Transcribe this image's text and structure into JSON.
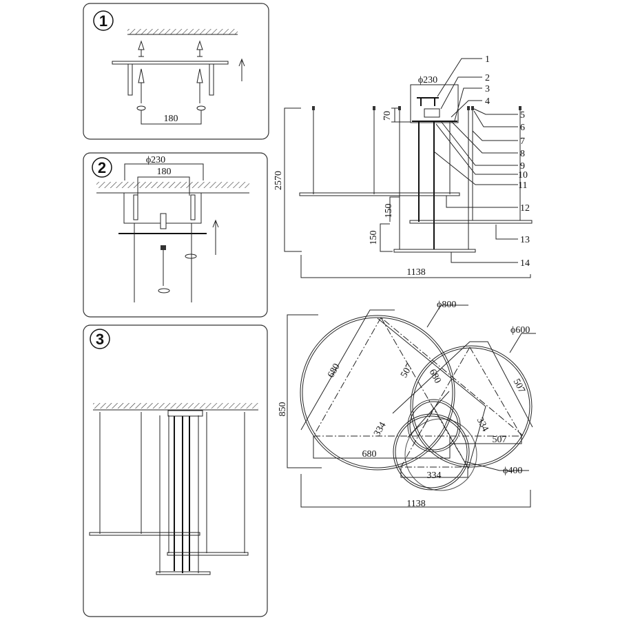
{
  "steps": [
    {
      "number": "1",
      "dimension": "180"
    },
    {
      "number": "2",
      "diameter": "ϕ230",
      "dimension": "180"
    },
    {
      "number": "3"
    }
  ],
  "side_view": {
    "diameter": "ϕ230",
    "height_total": "2570",
    "canopy_height": "70",
    "ring_spacing_1": "150",
    "ring_spacing_2": "150",
    "width_total": "1138",
    "part_numbers": [
      "1",
      "2",
      "3",
      "4",
      "5",
      "6",
      "7",
      "8",
      "9",
      "10",
      "11",
      "12",
      "13",
      "14"
    ]
  },
  "top_view": {
    "ring_large": "ϕ800",
    "ring_medium": "ϕ600",
    "ring_small": "ϕ400",
    "large_triangle_side_a": "680",
    "large_triangle_side_b": "680",
    "large_triangle_base": "680",
    "medium_triangle_side_a": "507",
    "medium_triangle_side_b": "507",
    "medium_triangle_base": "507",
    "small_triangle_side_a": "334",
    "small_triangle_side_b": "334",
    "small_triangle_base": "334",
    "height_total": "850",
    "width_total": "1138"
  }
}
